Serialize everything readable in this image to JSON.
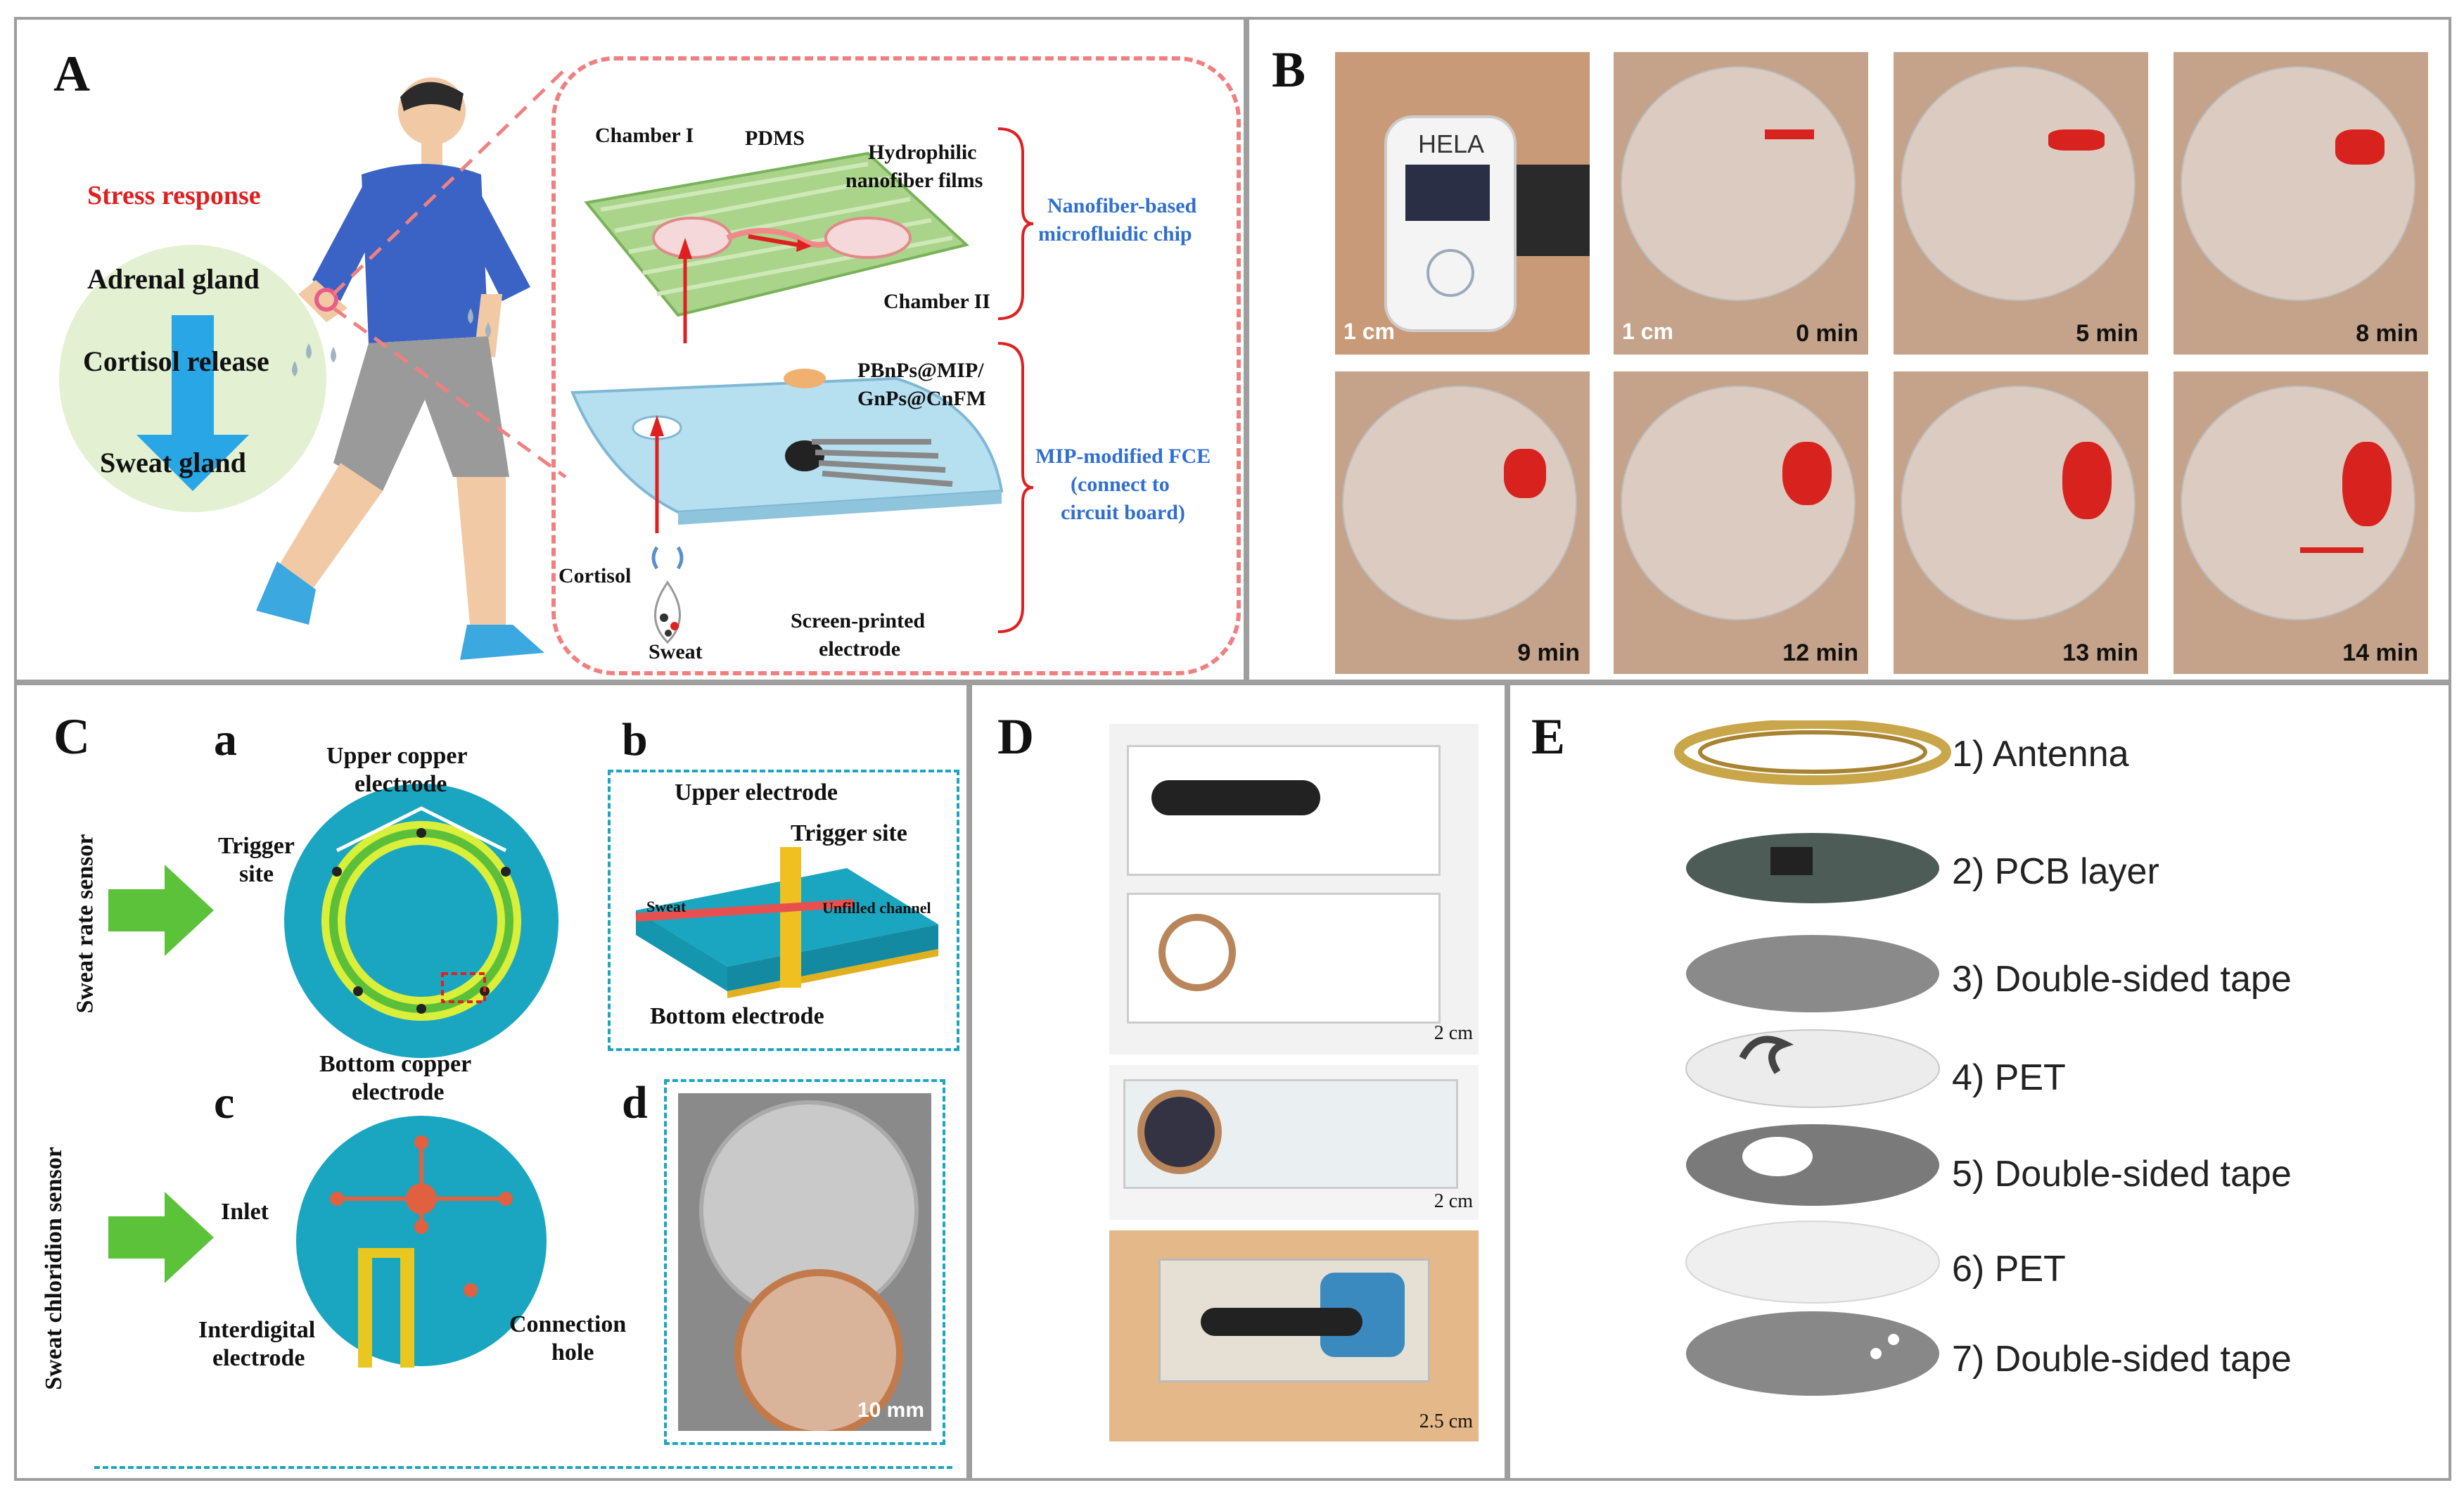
{
  "panels": {
    "A": {
      "label": "A",
      "stress_response": "Stress response",
      "adrenal_gland": "Adrenal gland",
      "cortisol_release": "Cortisol release",
      "sweat_gland": "Sweat gland",
      "chamber_1": "Chamber I",
      "pdms": "PDMS",
      "hydrophilic_1": "Hydrophilic",
      "hydrophilic_2": "nanofiber films",
      "chamber_2": "Chamber II",
      "nanofiber_chip_1": "Nanofiber-based",
      "nanofiber_chip_2": "microfluidic  chip",
      "pbnps_1": "PBnPs@MIP/",
      "pbnps_2": "GnPs@CnFM",
      "mip_1": "MIP-modified   FCE",
      "mip_2": "(connect to",
      "mip_3": "circuit board)",
      "cortisol": "Cortisol",
      "sweat": "Sweat",
      "spe_1": "Screen-printed",
      "spe_2": "electrode"
    },
    "B": {
      "label": "B",
      "device_brand": "HELA",
      "scale_1": "1 cm",
      "scale_2": "1 cm",
      "times": [
        "0 min",
        "5 min",
        "8 min",
        "9 min",
        "12 min",
        "13 min",
        "14 min"
      ]
    },
    "C": {
      "label": "C",
      "sub_a": "a",
      "sub_b": "b",
      "sub_c": "c",
      "sub_d": "d",
      "sweat_rate_sensor": "Sweat rate sensor",
      "sweat_chloridion_sensor": "Sweat chloridion sensor",
      "upper_copper_1": "Upper copper",
      "upper_copper_2": "electrode",
      "trigger_site_1": "Trigger",
      "trigger_site_2": "site",
      "bottom_copper_1": "Bottom copper",
      "bottom_copper_2": "electrode",
      "upper_electrode": "Upper electrode",
      "trigger_site": "Trigger site",
      "sweat": "Sweat",
      "unfilled_channel": "Unfilled channel",
      "bottom_electrode": "Bottom electrode",
      "inlet": "Inlet",
      "interdigital_1": "Interdigital",
      "interdigital_2": "electrode",
      "connection_1": "Connection",
      "connection_2": "hole",
      "scale_d": "10 mm"
    },
    "D": {
      "label": "D",
      "scale_1": "2 cm",
      "scale_2": "2 cm",
      "scale_3": "2.5 cm"
    },
    "E": {
      "label": "E",
      "layers": [
        "1) Antenna",
        "2) PCB layer",
        "3) Double-sided tape",
        "4) PET",
        "5) Double-sided tape",
        "6) PET",
        "7) Double-sided tape"
      ]
    }
  },
  "colors": {
    "panel_border": "#9e9e9e",
    "accent_red": "#e02020",
    "accent_blue": "#2f6fd0",
    "sensor_teal": "#1aa6c0",
    "arrow_green": "#5cc23a",
    "skin": "#c4a38a"
  }
}
